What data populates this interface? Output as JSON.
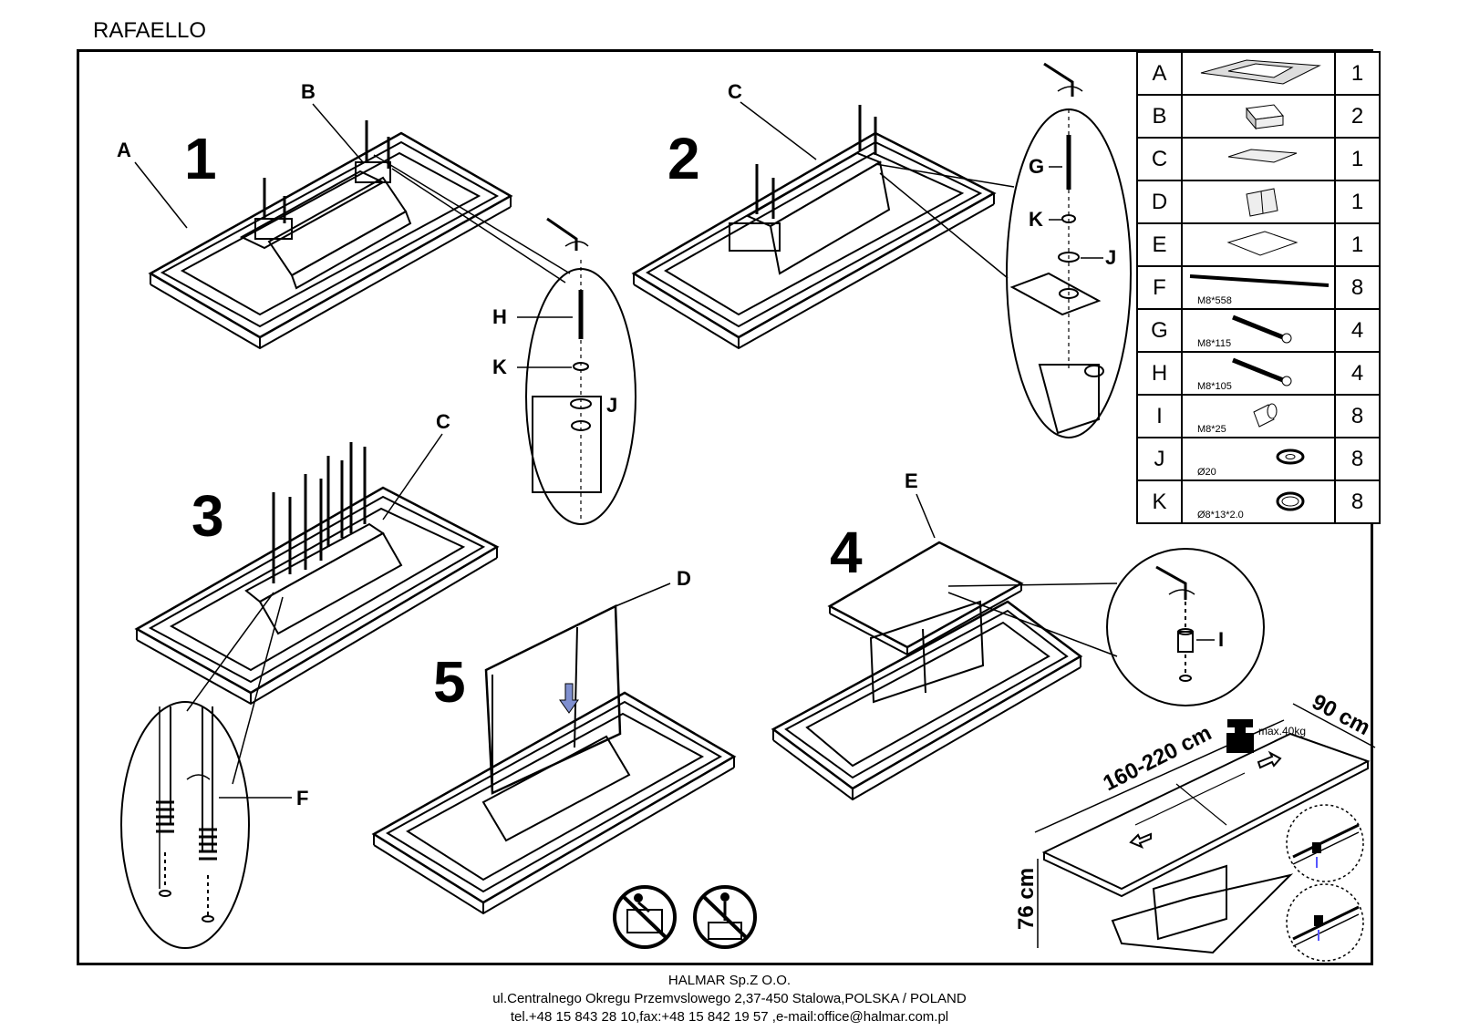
{
  "title": "RAFAELLO",
  "steps": [
    "1",
    "2",
    "3",
    "4",
    "5"
  ],
  "callouts": {
    "A": "A",
    "B": "B",
    "C": "C",
    "D": "D",
    "E": "E",
    "F": "F",
    "G": "G",
    "H": "H",
    "I": "I",
    "J": "J",
    "K": "K"
  },
  "parts": [
    {
      "letter": "A",
      "spec": "",
      "qty": "1",
      "icon": "table-top-icon"
    },
    {
      "letter": "B",
      "spec": "",
      "qty": "2",
      "icon": "support-block-icon"
    },
    {
      "letter": "C",
      "spec": "",
      "qty": "1",
      "icon": "crossbar-icon"
    },
    {
      "letter": "D",
      "spec": "",
      "qty": "1",
      "icon": "pedestal-column-icon"
    },
    {
      "letter": "E",
      "spec": "",
      "qty": "1",
      "icon": "base-plate-icon"
    },
    {
      "letter": "F",
      "spec": "M8*558",
      "qty": "8",
      "icon": "long-rod-icon"
    },
    {
      "letter": "G",
      "spec": "M8*115",
      "qty": "4",
      "icon": "bolt-icon"
    },
    {
      "letter": "H",
      "spec": "M8*105",
      "qty": "4",
      "icon": "bolt-icon"
    },
    {
      "letter": "I",
      "spec": "M8*25",
      "qty": "8",
      "icon": "barrel-nut-icon"
    },
    {
      "letter": "J",
      "spec": "Ø20",
      "qty": "8",
      "icon": "washer-icon"
    },
    {
      "letter": "K",
      "spec": "Ø8*13*2.0",
      "qty": "8",
      "icon": "spring-washer-icon"
    }
  ],
  "dimensions": {
    "length": "160-220 cm",
    "width": "90 cm",
    "height": "76 cm",
    "max_load": "max.40kg"
  },
  "footer": {
    "company": "HALMAR Sp.Z O.O.",
    "address": "ul.Centralnego Okregu Przemvslowego 2,37-450 Stalowa,POLSKA / POLAND",
    "contact": "tel.+48 15 843 28 10,fax:+48 15 842 19 57 ,e-mail:office@halmar.com.pl"
  }
}
